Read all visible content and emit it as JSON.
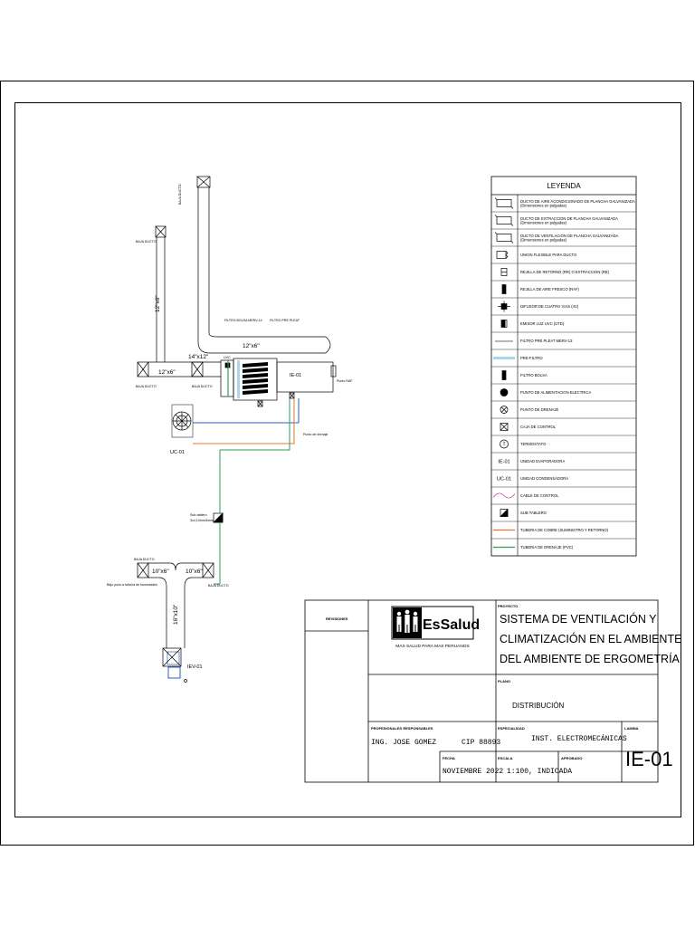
{
  "legend": {
    "title": "LEYENDA",
    "items": [
      {
        "icon": "duct-ac-icon",
        "line1": "DUCTO DE AIRE ACONDICIONADO DE PLANCHA GALVANIZADA",
        "line2": "(Dimensiones en pulgadas)"
      },
      {
        "icon": "duct-extraction-icon",
        "line1": "DUCTO DE EXTRACCION DE PLANCHA GALVANIZADA",
        "line2": "(Dimensiones en pulgadas)"
      },
      {
        "icon": "duct-ventilation-icon",
        "line1": "DUCTO DE VENTILACION DE PLANCHA GALVANIZADA",
        "line2": "(Dimensiones en pulgadas)"
      },
      {
        "icon": "flex-joint-icon",
        "line1": "UNION FLEXIBLE PARA DUCTO",
        "line2": ""
      },
      {
        "icon": "return-grille-icon",
        "line1": "REJILLA DE RETORNO (RR) O EXTRACCION (RE)",
        "line2": ""
      },
      {
        "icon": "fresh-air-grille-icon",
        "line1": "REJILLA DE AIRE FRESCO (RAF)",
        "line2": ""
      },
      {
        "icon": "four-way-diffuser-icon",
        "line1": "DIFUSOR DE CUATRO VIAS (4V)",
        "line2": ""
      },
      {
        "icon": "uvc-lamp-icon",
        "line1": "EMISOR LUZ UVC (UTD)",
        "line2": ""
      },
      {
        "icon": "pre-filter-merv-icon",
        "line1": "FILTRO PRE PLEAT MERV-13",
        "line2": ""
      },
      {
        "icon": "pre-filter-icon",
        "line1": "PRE-FILTRO",
        "line2": ""
      },
      {
        "icon": "bag-filter-icon",
        "line1": "FILTRO BOLSA",
        "line2": ""
      },
      {
        "icon": "power-point-icon",
        "line1": "PUNTO DE ALIMENTACION ELECTRICA",
        "line2": ""
      },
      {
        "icon": "drain-point-icon",
        "line1": "PUNTO DE DRENAJE",
        "line2": ""
      },
      {
        "icon": "control-box-icon",
        "line1": "CAJA DE CONTROL",
        "line2": ""
      },
      {
        "icon": "thermostat-icon",
        "line1": "TERMOSTATO",
        "line2": ""
      },
      {
        "icon": "evaporator-icon",
        "line1": "UNIDAD EVAPORADORA",
        "line2": "",
        "tag": "IE-01"
      },
      {
        "icon": "condenser-icon",
        "line1": "UNIDAD CONDENSADORA",
        "line2": "",
        "tag": "UC-01"
      },
      {
        "icon": "control-cable-icon",
        "line1": "CABLE DE CONTROL",
        "line2": ""
      },
      {
        "icon": "sub-panel-icon",
        "line1": "SUB TABLERO",
        "line2": ""
      },
      {
        "icon": "copper-pipe-icon",
        "line1": "TUBERIA DE COBRE (SUMINISTRO Y RETORNO)",
        "line2": ""
      },
      {
        "icon": "drain-pipe-icon",
        "line1": "TUBERIA DE DRENAJE (PVC)",
        "line2": ""
      }
    ]
  },
  "plan": {
    "dims": {
      "d_12x6_v": "12\"x6\"",
      "d_12x6_h": "12\"x6\"",
      "d_14x12": "14\"x12\"",
      "d_12x6_top": "12\"x6\"",
      "d_10x6_a": "10\"x6\"",
      "d_10x6_b": "10\"x6\"",
      "d_16x10": "16\"x10\""
    },
    "tags": {
      "evaporator": "IE-01",
      "condenser": "UC-01",
      "extractor": "IEV-01"
    },
    "notes": {
      "baja_ducto_1": "BAJA DUCTO",
      "baja_ducto_2": "BAJA DUCTO",
      "baja_ducto_3": "BAJA DUCTO",
      "baja_ducto_4": "BAJA DUCTO",
      "baja_ducto_5": "BAJA DUCTO",
      "baja_ducto_6": "BAJA DUCTO",
      "filtro_bolsa": "FILTRO BOLSA MERV-14",
      "filtro_pre": "FILTRO PRE PLEAT",
      "uvc": "UVC",
      "drain": "Punto de drenaje",
      "subtablero": "Sub-tablero",
      "subtablero_2": "3x4,10mm/6mm",
      "bajo_pozo": "Bajo pozo a tubería de humedades",
      "punto_raf": "Punto RAF"
    },
    "colors": {
      "copper": "#e8762a",
      "drain": "#2e9e57",
      "control": "#2a5fbf",
      "prefilter": "#a9d6f0",
      "control_cable": "#c03ca0",
      "line": "#000000"
    }
  },
  "title_block": {
    "revisions_label": "REVISIONES",
    "logo_name": "EsSalud",
    "logo_tagline": "MAS SALUD PARA MAS PERUANOS",
    "project_label": "PROYECTO",
    "project_line1": "SISTEMA DE VENTILACIÓN Y",
    "project_line2": "CLIMATIZACIÓN EN EL AMBIENTE",
    "project_line3": "DEL AMBIENTE DE ERGOMETRÍA",
    "plan_label": "PLANO",
    "plan_value": "DISTRIBUCIÓN",
    "responsible_label": "PROFESIONALES RESPONSABLES",
    "engineer": "ING. JOSE GOMEZ",
    "cip": "CIP 88893",
    "specialty_label": "ESPECIALIDAD",
    "specialty_value": "INST. ELECTROMECÁNICAS",
    "sheet_label": "LAMINA",
    "sheet_value": "IE-01",
    "date_label": "FECHA",
    "date_value": "NOVIEMBRE 2022",
    "scale_label": "ESCALA",
    "scale_value": "1:100, INDICADA",
    "approved_label": "APROBADO",
    "approved_value": ""
  }
}
